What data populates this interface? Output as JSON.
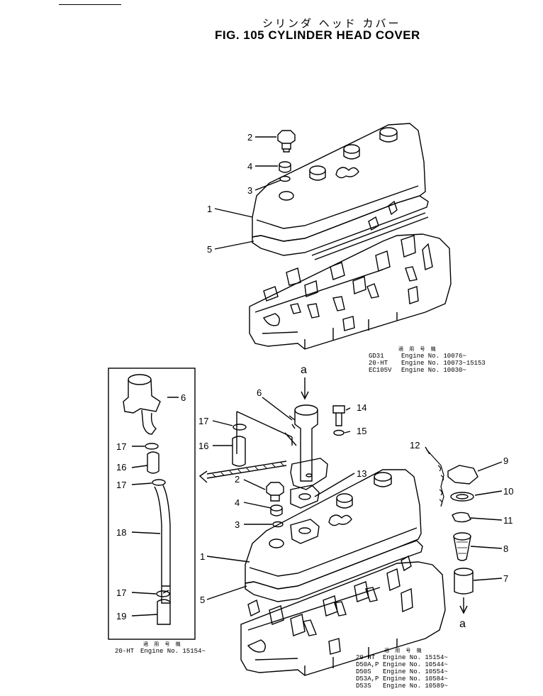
{
  "title": {
    "japanese": "シリンダ ヘッド カバー",
    "english": "FIG. 105  CYLINDER  HEAD  COVER"
  },
  "upper_callouts": [
    "2",
    "4",
    "3",
    "1",
    "5"
  ],
  "lower_callouts": [
    "6",
    "14",
    "15",
    "17",
    "16",
    "2",
    "13",
    "4",
    "3",
    "1",
    "5",
    "12",
    "9",
    "10",
    "11",
    "8",
    "7"
  ],
  "inset_callouts": [
    "6",
    "17",
    "16",
    "17",
    "18",
    "17",
    "19"
  ],
  "arrow_labels": {
    "top": "a",
    "bottom": "a"
  },
  "applicability_upper": {
    "header": "適 用 号 機",
    "rows": [
      {
        "model": "GD31",
        "text": "Engine No. 10076~"
      },
      {
        "model": "20-HT",
        "text": "Engine No. 10073~15153"
      },
      {
        "model": "EC105V",
        "text": "Engine No. 10030~"
      }
    ]
  },
  "applicability_inset": {
    "header": "適 用 号 機",
    "rows": [
      {
        "model": "20-HT",
        "text": "Engine No. 15154~"
      }
    ]
  },
  "applicability_lower": {
    "header": "適 用 号 機",
    "rows": [
      {
        "model": "20-HT",
        "text": "Engine No. 15154~"
      },
      {
        "model": "D50A,P",
        "text": "Engine No. 10544~"
      },
      {
        "model": "D50S",
        "text": "Engine No. 10554~"
      },
      {
        "model": "D53A,P",
        "text": "Engine No. 10584~"
      },
      {
        "model": "D53S",
        "text": "Engine No. 10589~"
      }
    ]
  }
}
